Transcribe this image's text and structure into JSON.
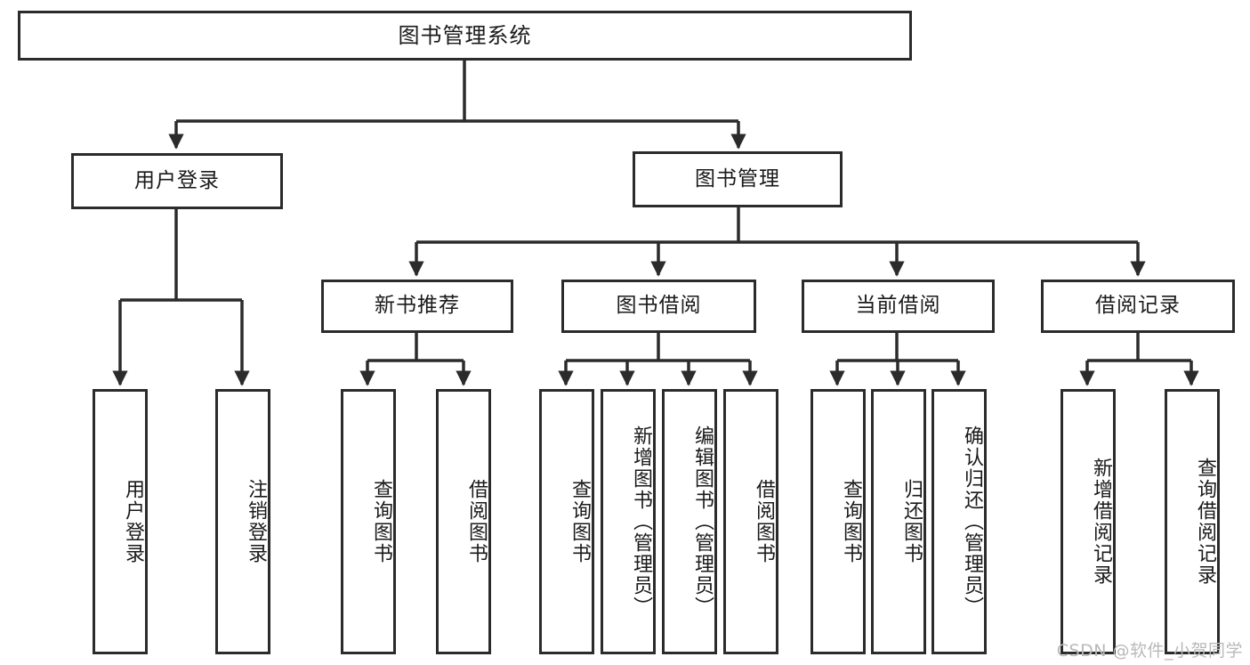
{
  "diagram": {
    "title": "图书管理系统",
    "type": "tree-hierarchy",
    "watermark": "CSDN @软件_小贺同学",
    "colors": {
      "border": "#2b2b2b",
      "background": "#ffffff",
      "text": "#1a1a1a",
      "watermark": "#b9b9b9"
    }
  },
  "nodes": {
    "root": {
      "label": "图书管理系统"
    },
    "level2": [
      {
        "id": "user-login",
        "label": "用户登录"
      },
      {
        "id": "book-manage",
        "label": "图书管理"
      }
    ],
    "level3": [
      {
        "id": "new-book-recommend",
        "label": "新书推荐"
      },
      {
        "id": "book-borrow",
        "label": "图书借阅"
      },
      {
        "id": "current-borrow",
        "label": "当前借阅"
      },
      {
        "id": "borrow-record",
        "label": "借阅记录"
      }
    ],
    "leaves": {
      "user-login": [
        {
          "id": "leaf-user-login",
          "label": "用户登录"
        },
        {
          "id": "leaf-user-logout",
          "label": "注销登录"
        }
      ],
      "new-book-recommend": [
        {
          "id": "leaf-query-book-1",
          "label": "查询图书"
        },
        {
          "id": "leaf-borrow-book-1",
          "label": "借阅图书"
        }
      ],
      "book-borrow": [
        {
          "id": "leaf-query-book-2",
          "label": "查询图书"
        },
        {
          "id": "leaf-add-book",
          "label": "新增图书（管理员）"
        },
        {
          "id": "leaf-edit-book",
          "label": "编辑图书（管理员）"
        },
        {
          "id": "leaf-borrow-book-2",
          "label": "借阅图书"
        }
      ],
      "current-borrow": [
        {
          "id": "leaf-query-book-3",
          "label": "查询图书"
        },
        {
          "id": "leaf-return-book",
          "label": "归还图书"
        },
        {
          "id": "leaf-confirm-return",
          "label": "确认归还（管理员）"
        }
      ],
      "borrow-record": [
        {
          "id": "leaf-add-record",
          "label": "新增借阅记录"
        },
        {
          "id": "leaf-query-record",
          "label": "查询借阅记录"
        }
      ]
    }
  }
}
